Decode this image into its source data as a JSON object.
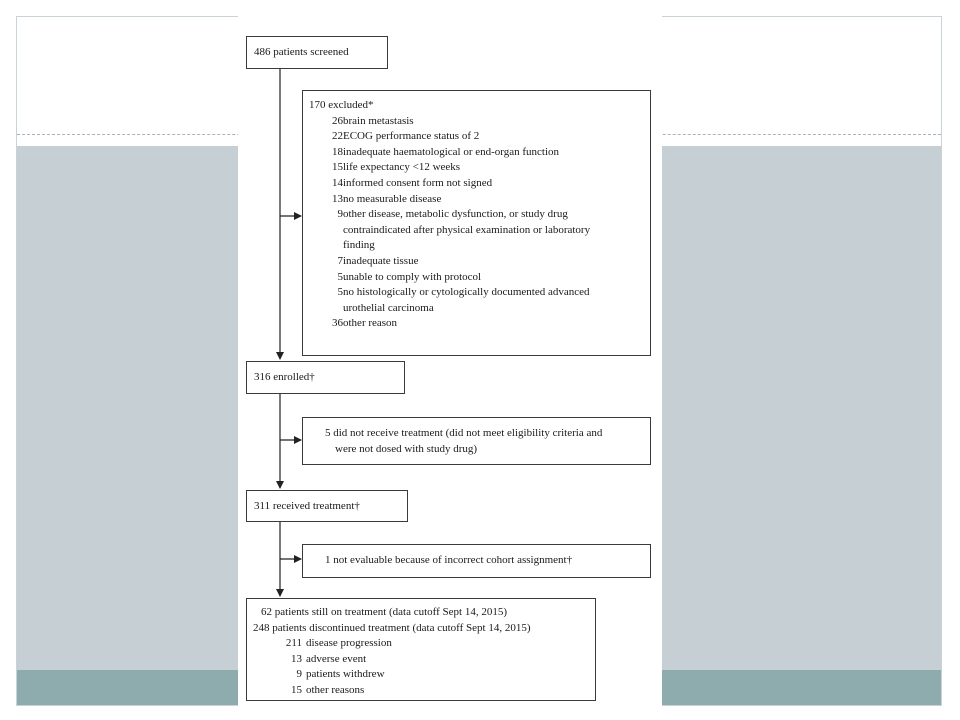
{
  "flowchart": {
    "screened": "486 patients screened",
    "excluded": {
      "title": "170 excluded*",
      "items": [
        {
          "n": "26",
          "text": "brain metastasis",
          "cont": []
        },
        {
          "n": "22",
          "text": "ECOG performance status of 2",
          "cont": []
        },
        {
          "n": "18",
          "text": "inadequate haematological or end-organ function",
          "cont": []
        },
        {
          "n": "15",
          "text": "life expectancy <12 weeks",
          "cont": []
        },
        {
          "n": "14",
          "text": "informed consent form not signed",
          "cont": []
        },
        {
          "n": "13",
          "text": "no measurable disease",
          "cont": []
        },
        {
          "n": "9",
          "text": "other disease, metabolic dysfunction, or study drug",
          "cont": [
            "contraindicated after physical examination or laboratory",
            "finding"
          ]
        },
        {
          "n": "7",
          "text": "inadequate tissue",
          "cont": []
        },
        {
          "n": "5",
          "text": "unable to comply with protocol",
          "cont": []
        },
        {
          "n": "5",
          "text": "no histologically or cytologically documented advanced",
          "cont": [
            "urothelial carcinoma"
          ]
        },
        {
          "n": "36",
          "text": "other reason",
          "cont": []
        }
      ]
    },
    "enrolled": "316 enrolled†",
    "not_treated": {
      "line1": "5 did not receive treatment (did not meet eligibility criteria and",
      "line2": "were not dosed with study drug)"
    },
    "received": "311 received treatment†",
    "not_evaluable": "1 not evaluable because of incorrect cohort assignment†",
    "final": {
      "still_on": "62 patients still on treatment (data cutoff Sept 14, 2015)",
      "discontinued": "248 patients discontinued treatment (data cutoff Sept 14, 2015)",
      "reasons": [
        {
          "n": "211",
          "text": "disease progression"
        },
        {
          "n": "13",
          "text": "adverse event"
        },
        {
          "n": "9",
          "text": "patients withdrew"
        },
        {
          "n": "15",
          "text": "other reasons"
        }
      ]
    }
  }
}
